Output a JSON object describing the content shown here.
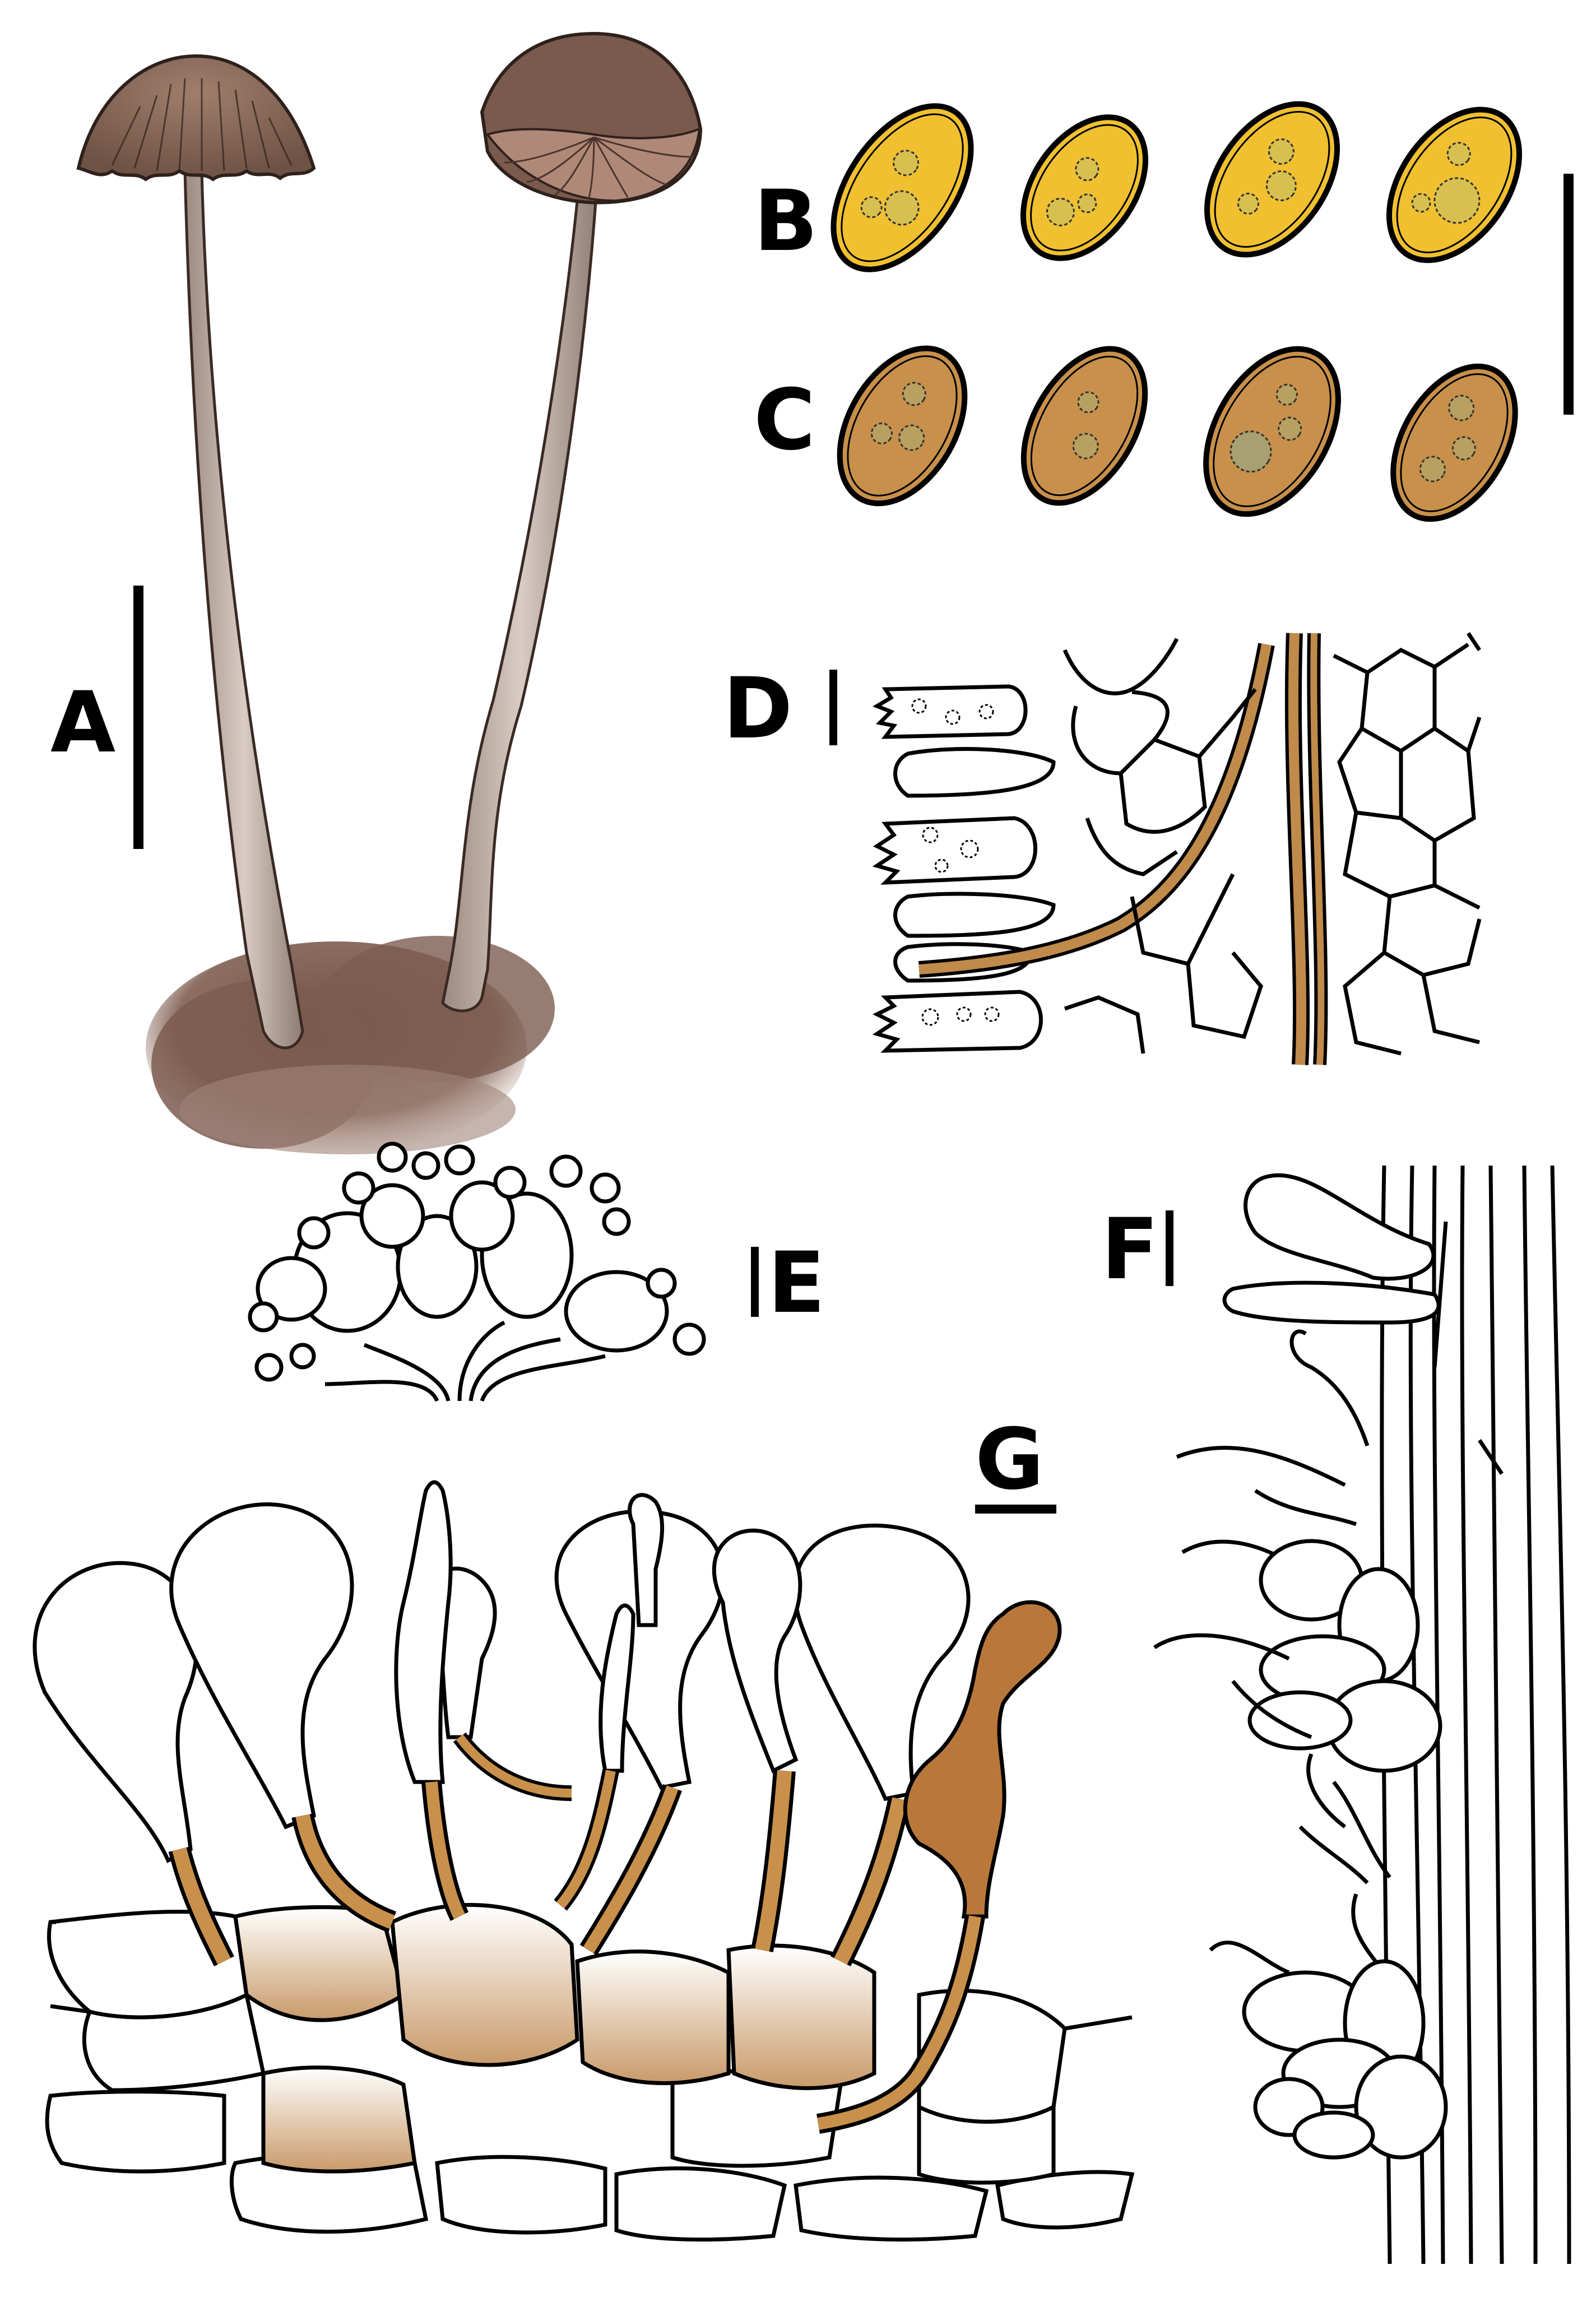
{
  "figure": {
    "panels": [
      {
        "id": "A",
        "label": "A",
        "content": "basidiomata"
      },
      {
        "id": "B",
        "label": "B",
        "content": "basidiospores"
      },
      {
        "id": "C",
        "label": "C",
        "content": "basidiospores"
      },
      {
        "id": "D",
        "label": "D",
        "content": "hymenium"
      },
      {
        "id": "E",
        "label": "E",
        "content": "cheilocystidia"
      },
      {
        "id": "F",
        "label": "F",
        "content": "stipitipellis"
      },
      {
        "id": "G",
        "label": "G",
        "content": "pileipellis"
      }
    ],
    "colors": {
      "cap": "#8a6a5a",
      "cap_dark": "#5a4036",
      "stipe": "#c9b9b0",
      "substrate": "#7a5a4e",
      "spore_yellow": "#f0c030",
      "spore_brown": "#c8904a",
      "hypha_brown": "#c08a4a",
      "pigment_brown": "#b9783a",
      "ink": "#000000"
    }
  }
}
